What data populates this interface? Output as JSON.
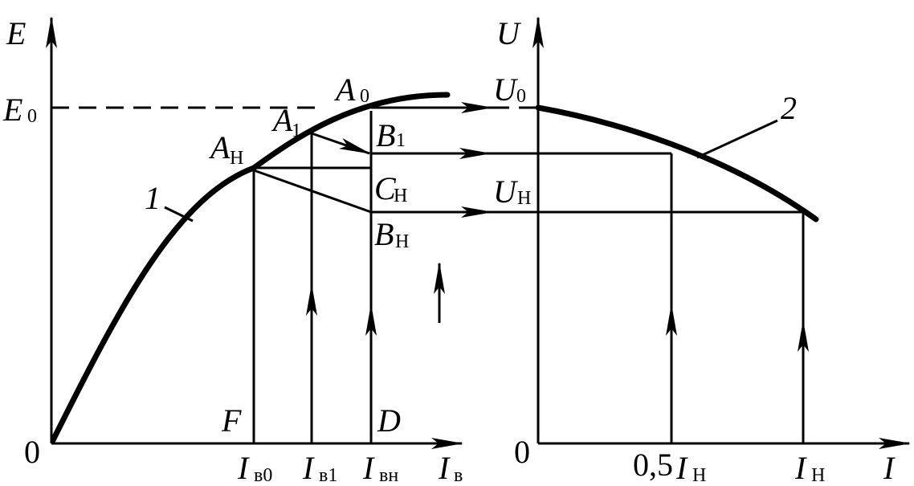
{
  "left_axes": {
    "y_label": "E",
    "x_label": "I",
    "x_label_sub": "в",
    "origin": "0",
    "e0_label": "E",
    "e0_sub": "0",
    "tick_ib0": "I",
    "tick_ib0_sub": "в0",
    "tick_ib1": "I",
    "tick_ib1_sub": "в1",
    "tick_ibn": "I",
    "tick_ibn_sub": "вн"
  },
  "right_axes": {
    "y_label": "U",
    "x_label": "I",
    "origin": "0",
    "u0_label": "U",
    "u0_sub": "0",
    "un_label": "U",
    "un_sub": "Н",
    "tick_half_prefix": "0,5 ",
    "tick_half": "I",
    "tick_half_sub": "Н",
    "tick_in": "I",
    "tick_in_sub": "Н"
  },
  "points": {
    "a0": "A",
    "a0_sub": "0",
    "a1": "A",
    "a1_sub": "1",
    "an": "A",
    "an_sub": "Н",
    "b1": "B",
    "b1_sub": "1",
    "cn": "C",
    "cn_sub": "Н",
    "bn": "B",
    "bn_sub": "Н",
    "f": "F",
    "d": "D"
  },
  "curve_labels": {
    "curve1": "1",
    "curve2": "2"
  }
}
